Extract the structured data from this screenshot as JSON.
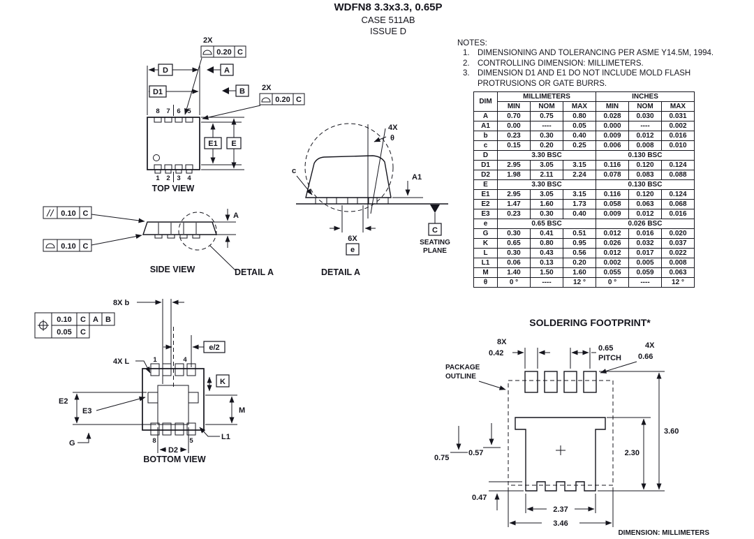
{
  "header": {
    "title": "WDFN8 3.3x3.3, 0.65P",
    "case": "CASE 511AB",
    "issue": "ISSUE D"
  },
  "notes": {
    "label": "NOTES:",
    "nums": [
      "1.",
      "2.",
      "3."
    ],
    "items": [
      "DIMENSIONING AND TOLERANCING PER ASME Y14.5M, 1994.",
      "CONTROLLING DIMENSION: MILLIMETERS.",
      "DIMENSION D1 AND E1 DO NOT INCLUDE MOLD FLASH PROTRUSIONS OR GATE BURRS."
    ]
  },
  "table": {
    "h_dim": "DIM",
    "h_mm": "MILLIMETERS",
    "h_in": "INCHES",
    "h_min": "MIN",
    "h_nom": "NOM",
    "h_max": "MAX",
    "rows": [
      {
        "d": "A",
        "m": [
          "0.70",
          "0.75",
          "0.80"
        ],
        "i": [
          "0.028",
          "0.030",
          "0.031"
        ]
      },
      {
        "d": "A1",
        "m": [
          "0.00",
          "----",
          "0.05"
        ],
        "i": [
          "0.000",
          "----",
          "0.002"
        ]
      },
      {
        "d": "b",
        "m": [
          "0.23",
          "0.30",
          "0.40"
        ],
        "i": [
          "0.009",
          "0.012",
          "0.016"
        ]
      },
      {
        "d": "c",
        "m": [
          "0.15",
          "0.20",
          "0.25"
        ],
        "i": [
          "0.006",
          "0.008",
          "0.010"
        ]
      },
      {
        "d": "D",
        "mb": "3.30 BSC",
        "ib": "0.130 BSC"
      },
      {
        "d": "D1",
        "m": [
          "2.95",
          "3.05",
          "3.15"
        ],
        "i": [
          "0.116",
          "0.120",
          "0.124"
        ]
      },
      {
        "d": "D2",
        "m": [
          "1.98",
          "2.11",
          "2.24"
        ],
        "i": [
          "0.078",
          "0.083",
          "0.088"
        ]
      },
      {
        "d": "E",
        "mb": "3.30 BSC",
        "ib": "0.130 BSC"
      },
      {
        "d": "E1",
        "m": [
          "2.95",
          "3.05",
          "3.15"
        ],
        "i": [
          "0.116",
          "0.120",
          "0.124"
        ]
      },
      {
        "d": "E2",
        "m": [
          "1.47",
          "1.60",
          "1.73"
        ],
        "i": [
          "0.058",
          "0.063",
          "0.068"
        ]
      },
      {
        "d": "E3",
        "m": [
          "0.23",
          "0.30",
          "0.40"
        ],
        "i": [
          "0.009",
          "0.012",
          "0.016"
        ]
      },
      {
        "d": "e",
        "mb": "0.65 BSC",
        "ib": "0.026 BSC"
      },
      {
        "d": "G",
        "m": [
          "0.30",
          "0.41",
          "0.51"
        ],
        "i": [
          "0.012",
          "0.016",
          "0.020"
        ]
      },
      {
        "d": "K",
        "m": [
          "0.65",
          "0.80",
          "0.95"
        ],
        "i": [
          "0.026",
          "0.032",
          "0.037"
        ]
      },
      {
        "d": "L",
        "m": [
          "0.30",
          "0.43",
          "0.56"
        ],
        "i": [
          "0.012",
          "0.017",
          "0.022"
        ]
      },
      {
        "d": "L1",
        "m": [
          "0.06",
          "0.13",
          "0.20"
        ],
        "i": [
          "0.002",
          "0.005",
          "0.008"
        ]
      },
      {
        "d": "M",
        "m": [
          "1.40",
          "1.50",
          "1.60"
        ],
        "i": [
          "0.055",
          "0.059",
          "0.063"
        ]
      },
      {
        "d": "θ",
        "m": [
          "0 °",
          "----",
          "12 °"
        ],
        "i": [
          "0 °",
          "----",
          "12 °"
        ]
      }
    ]
  },
  "top_view": {
    "title": "TOP VIEW",
    "pins_top": [
      "8",
      "7",
      "6",
      "5"
    ],
    "pins_bottom": [
      "1",
      "2",
      "3",
      "4"
    ],
    "dim_d": "D",
    "dim_d1": "D1",
    "dim_e1": "E1",
    "dim_e": "E",
    "datum_a": "A",
    "datum_b": "B",
    "fcf1_qty": "2X",
    "fcf1_tol": "0.20",
    "fcf1_datum": "C",
    "fcf2_qty": "2X",
    "fcf2_tol": "0.20",
    "fcf2_datum": "C"
  },
  "side_view": {
    "title": "SIDE VIEW",
    "detail_ref": "DETAIL A",
    "dim_a": "A",
    "fcf_par_tol": "0.10",
    "fcf_par_datum": "C",
    "fcf_prof_tol": "0.10",
    "fcf_prof_datum": "C"
  },
  "detail_a": {
    "title": "DETAIL A",
    "dim_c": "c",
    "dim_a1": "A1",
    "theta_qty": "4X",
    "theta_sym": "θ",
    "e_qty": "6X",
    "e_sym": "e",
    "seat_datum": "C",
    "seat1": "SEATING",
    "seat2": "PLANE"
  },
  "bottom_view": {
    "title": "BOTTOM VIEW",
    "b_label": "8X b",
    "l_label": "4X L",
    "e_half": "e/2",
    "k": "K",
    "m": "M",
    "l1": "L1",
    "d2": "D2",
    "e2": "E2",
    "e3": "E3",
    "g": "G",
    "pin1": "1",
    "pin4": "4",
    "pin8": "8",
    "pin5": "5",
    "pos_tol": "0.10",
    "pos_c": "C",
    "pos_a": "A",
    "pos_b": "B",
    "pos_tol2": "0.05",
    "pos_c2": "C"
  },
  "footprint": {
    "title": "SOLDERING FOOTPRINT*",
    "qty8": "8X",
    "d042": "0.42",
    "pitch_val": "0.65",
    "pitch_lbl": "PITCH",
    "qty4": "4X",
    "d066": "0.66",
    "d360": "3.60",
    "d230": "2.30",
    "d075": "0.75",
    "d057": "0.57",
    "d047": "0.47",
    "d237": "2.37",
    "d346": "3.46",
    "pkg1": "PACKAGE",
    "pkg2": "OUTLINE",
    "units": "DIMENSION: MILLIMETERS"
  }
}
